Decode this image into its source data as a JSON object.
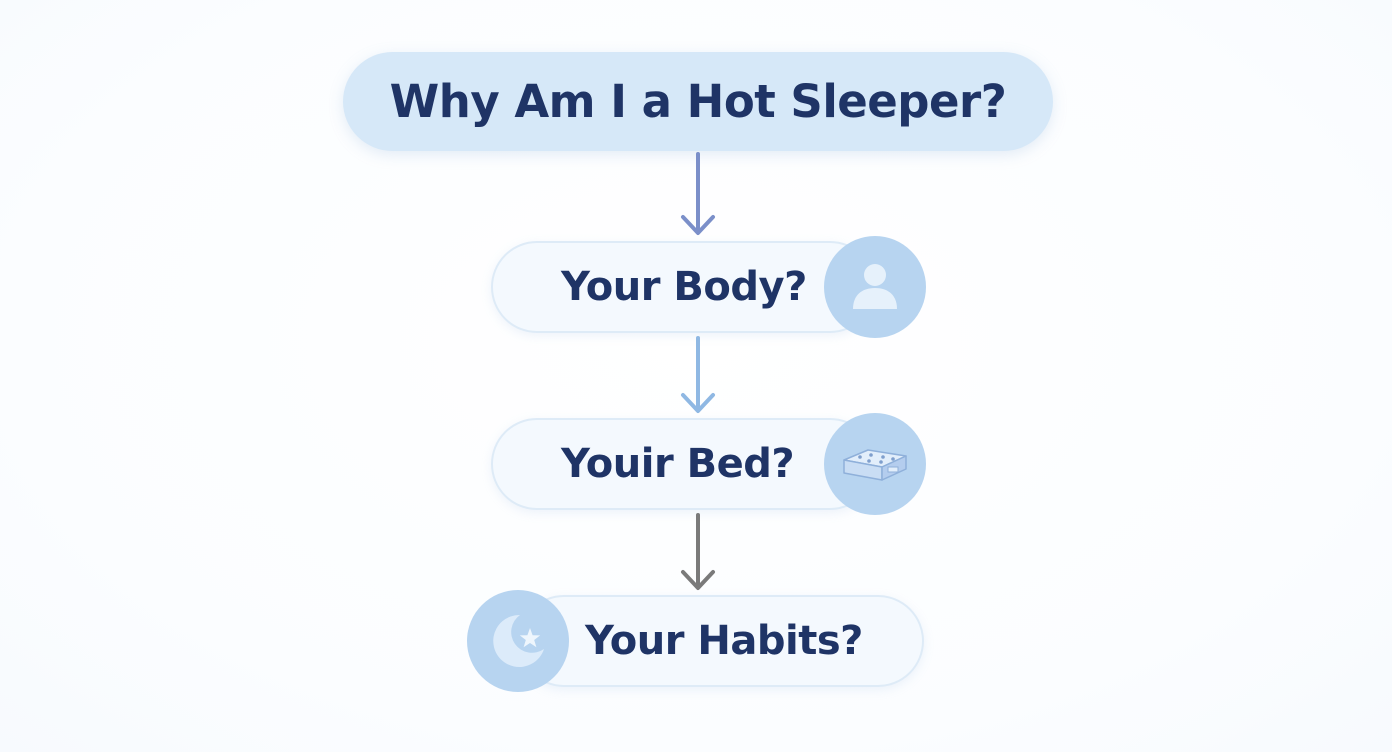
{
  "title": "Why Am I a Hot Sleeper?",
  "steps": [
    {
      "label": "Your Body?",
      "icon": "person-icon"
    },
    {
      "label": "Youir Bed?",
      "icon": "mattress-icon"
    },
    {
      "label": "Your Habits?",
      "icon": "moon-star-icon"
    }
  ],
  "colors": {
    "title_fill": "#d6e8f8",
    "pill_fill": "#f4f9fe",
    "icon_fill": "#b7d4f0",
    "text": "#1f3466",
    "arrow_1": "#7b8fc9",
    "arrow_2": "#8fb8e3",
    "arrow_3": "#7a7a7a"
  }
}
